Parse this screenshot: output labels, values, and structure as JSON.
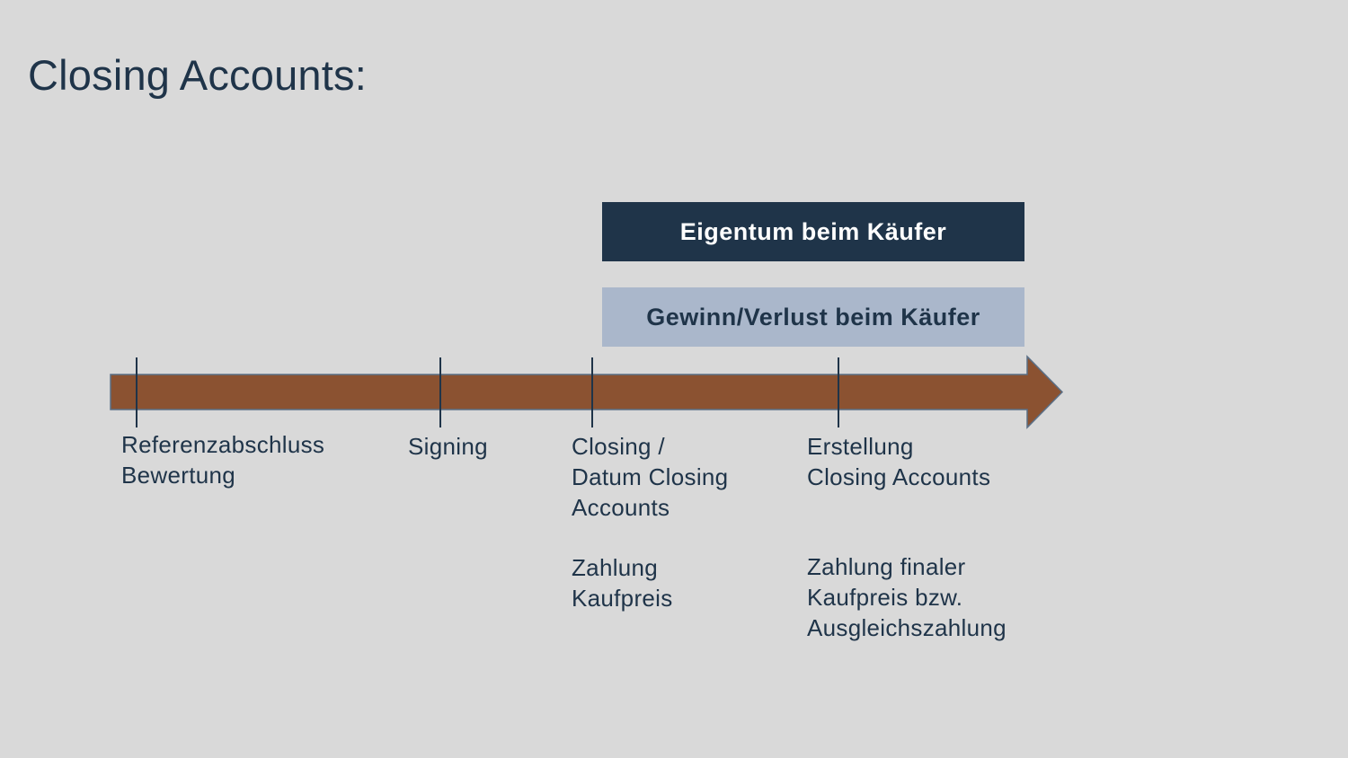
{
  "title": "Closing Accounts:",
  "colors": {
    "background": "#d9d9d9",
    "title_text": "#1f3449",
    "arrow_fill": "#8b5231",
    "arrow_stroke": "#5b6f86",
    "tick_line": "#1f3449",
    "ownership_box_bg": "#1f3449",
    "ownership_box_text": "#ffffff",
    "profit_box_bg": "#aab7cb",
    "profit_box_text": "#1f3449"
  },
  "period_boxes": {
    "ownership": "Eigentum beim Käufer",
    "profit": "Gewinn/Verlust beim Käufer"
  },
  "timeline": {
    "milestones": [
      {
        "id": "reference",
        "label": "Referenzabschluss\nBewertung",
        "note": ""
      },
      {
        "id": "signing",
        "label": "Signing",
        "note": ""
      },
      {
        "id": "closing",
        "label": "Closing /\nDatum Closing\nAccounts",
        "note": "Zahlung\nKaufpreis"
      },
      {
        "id": "accounts",
        "label": "Erstellung\nClosing Accounts",
        "note": "Zahlung finaler\nKaufpreis bzw.\nAusgleichszahlung"
      }
    ]
  }
}
